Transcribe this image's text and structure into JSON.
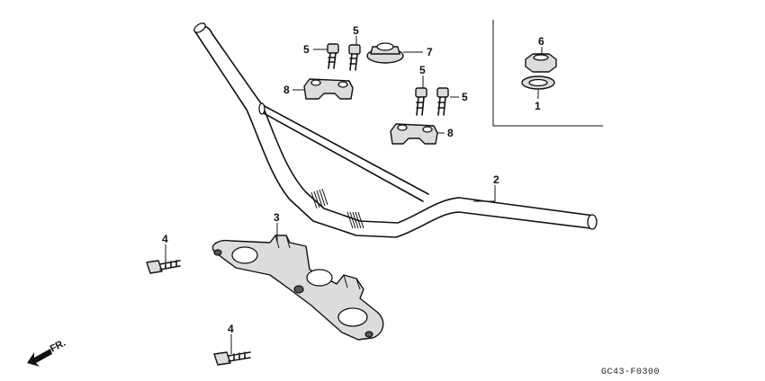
{
  "diagram": {
    "part_labels": {
      "handlebar": "2",
      "lower_holder": "3",
      "flange_bolt_lower_left": "4",
      "flange_bolt_lower_center": "4",
      "bolt_a": "5",
      "bolt_b": "5",
      "bolt_c": "5",
      "bolt_d": "5",
      "flange_nut_center": "7",
      "upper_holder_left": "8",
      "upper_holder_right": "8",
      "inset_nut": "6",
      "inset_washer": "1"
    },
    "direction_label": "FR.",
    "figure_code": "GC43-F0300"
  }
}
